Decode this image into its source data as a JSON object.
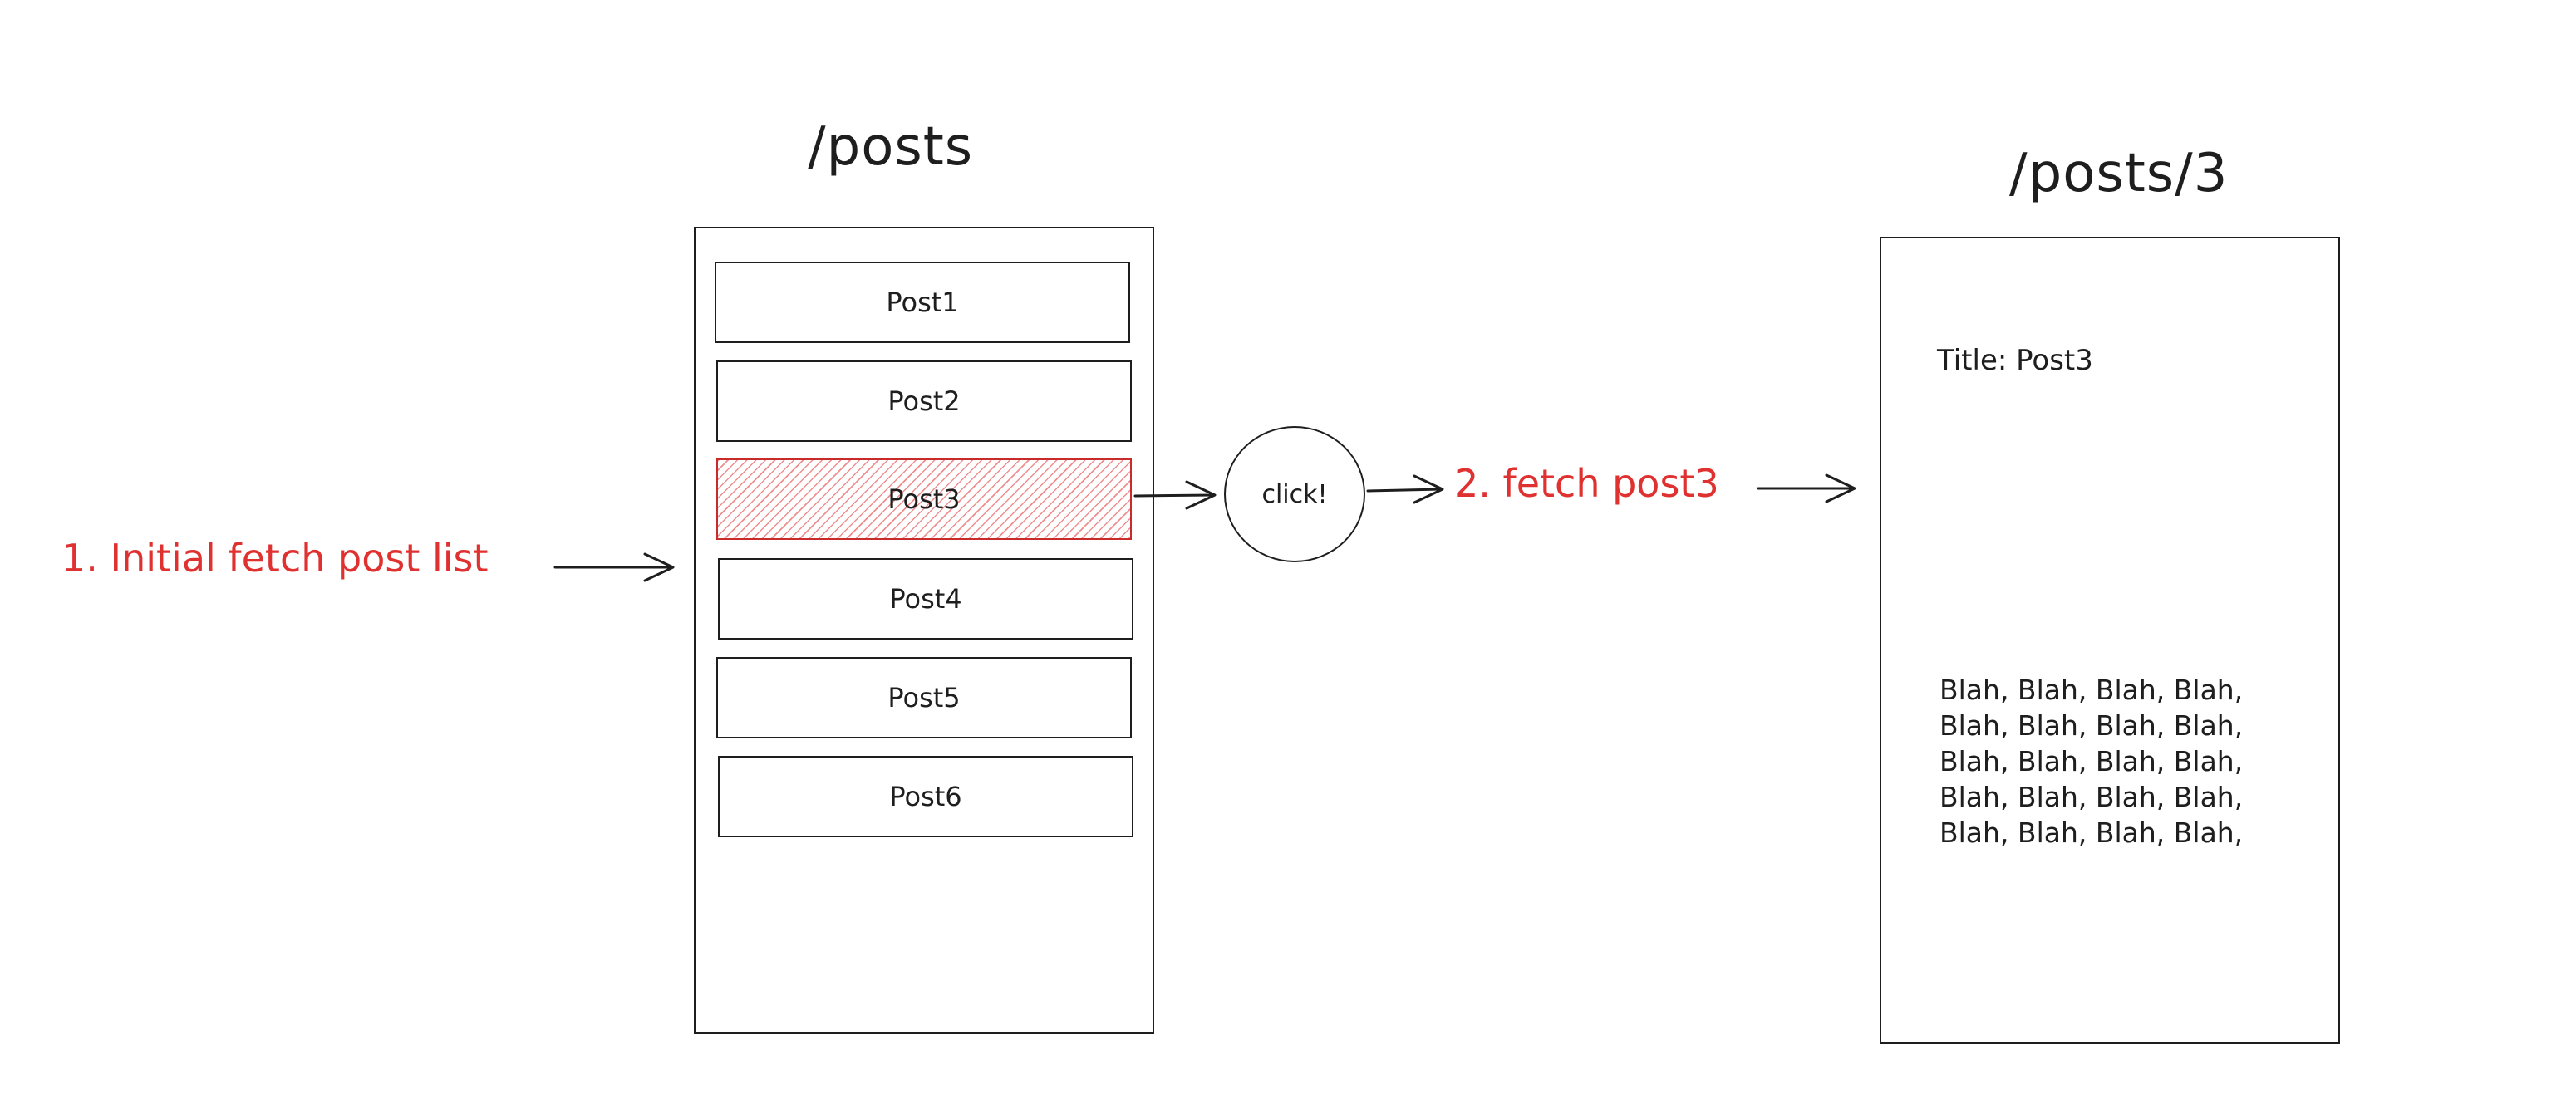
{
  "list_page": {
    "title": "/posts",
    "items": [
      {
        "label": "Post1",
        "selected": false
      },
      {
        "label": "Post2",
        "selected": false
      },
      {
        "label": "Post3",
        "selected": true
      },
      {
        "label": "Post4",
        "selected": false
      },
      {
        "label": "Post5",
        "selected": false
      },
      {
        "label": "Post6",
        "selected": false
      }
    ]
  },
  "steps": {
    "initial_fetch": "1. Initial fetch post list",
    "click": "click!",
    "fetch_detail": "2. fetch post3"
  },
  "detail_page": {
    "title": "/posts/3",
    "post_title": "Title: Post3",
    "body_lines": [
      "Blah, Blah, Blah, Blah,",
      "Blah, Blah, Blah, Blah,",
      "Blah, Blah, Blah, Blah,",
      "Blah, Blah, Blah, Blah,",
      "Blah, Blah, Blah, Blah,"
    ]
  },
  "colors": {
    "stroke": "#1e1e1e",
    "accent_red": "#e03131",
    "selected_hatch": "#e03131"
  }
}
